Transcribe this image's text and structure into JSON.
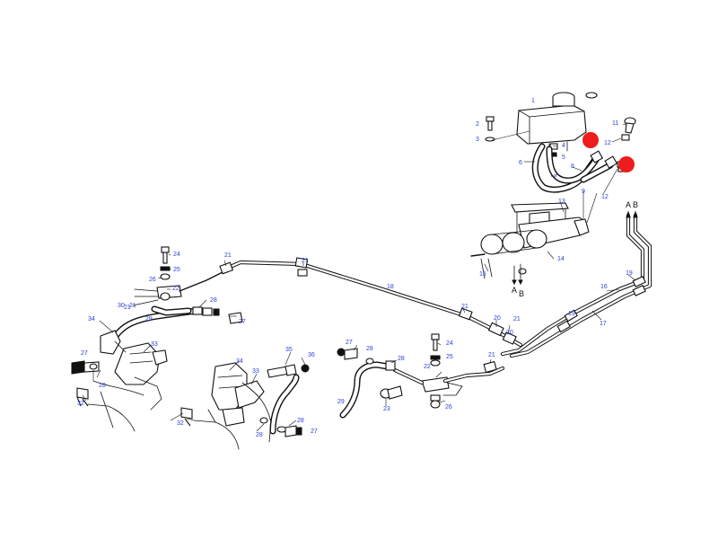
{
  "diagram": {
    "part_labels": {
      "l1": "1",
      "l2": "2",
      "l3": "3",
      "l4": "4",
      "l5": "5",
      "l6": "6",
      "l7": "7",
      "l8": "8",
      "l9": "9",
      "l11": "11",
      "l12a": "12",
      "l12b": "12",
      "l13": "13",
      "l14": "14",
      "l15": "15",
      "l16": "16",
      "l17": "17",
      "l18": "18",
      "l19a": "19",
      "l19b": "19",
      "l20a": "20",
      "l20b": "20",
      "l21a": "21",
      "l21b": "21",
      "l21c": "21",
      "l21d": "21",
      "l21e": "21",
      "l21f": "21",
      "l21g": "21",
      "l22a": "22",
      "l22b": "22",
      "l23": "23",
      "l24a": "24",
      "l24b": "24",
      "l25a": "25",
      "l25b": "25",
      "l26a": "26",
      "l26b": "26",
      "l27a": "27",
      "l27b": "27",
      "l27c": "27",
      "l27d": "27",
      "l28a": "28",
      "l28b": "28",
      "l28c": "28",
      "l28d": "28",
      "l28e": "28",
      "l28f": "28",
      "l29a": "29",
      "l29b": "29",
      "l30": "30",
      "l32a": "32",
      "l32b": "32",
      "l33a": "33",
      "l33b": "33",
      "l34a": "34",
      "l34b": "34",
      "l35": "35",
      "l36": "36"
    },
    "arrow_labels": {
      "a_top_a": "A",
      "a_top_b": "B",
      "a_bot_a": "A",
      "a_bot_b": "B"
    },
    "marker_color": "#ee1c1c",
    "label_color": "#2b3fd6"
  }
}
